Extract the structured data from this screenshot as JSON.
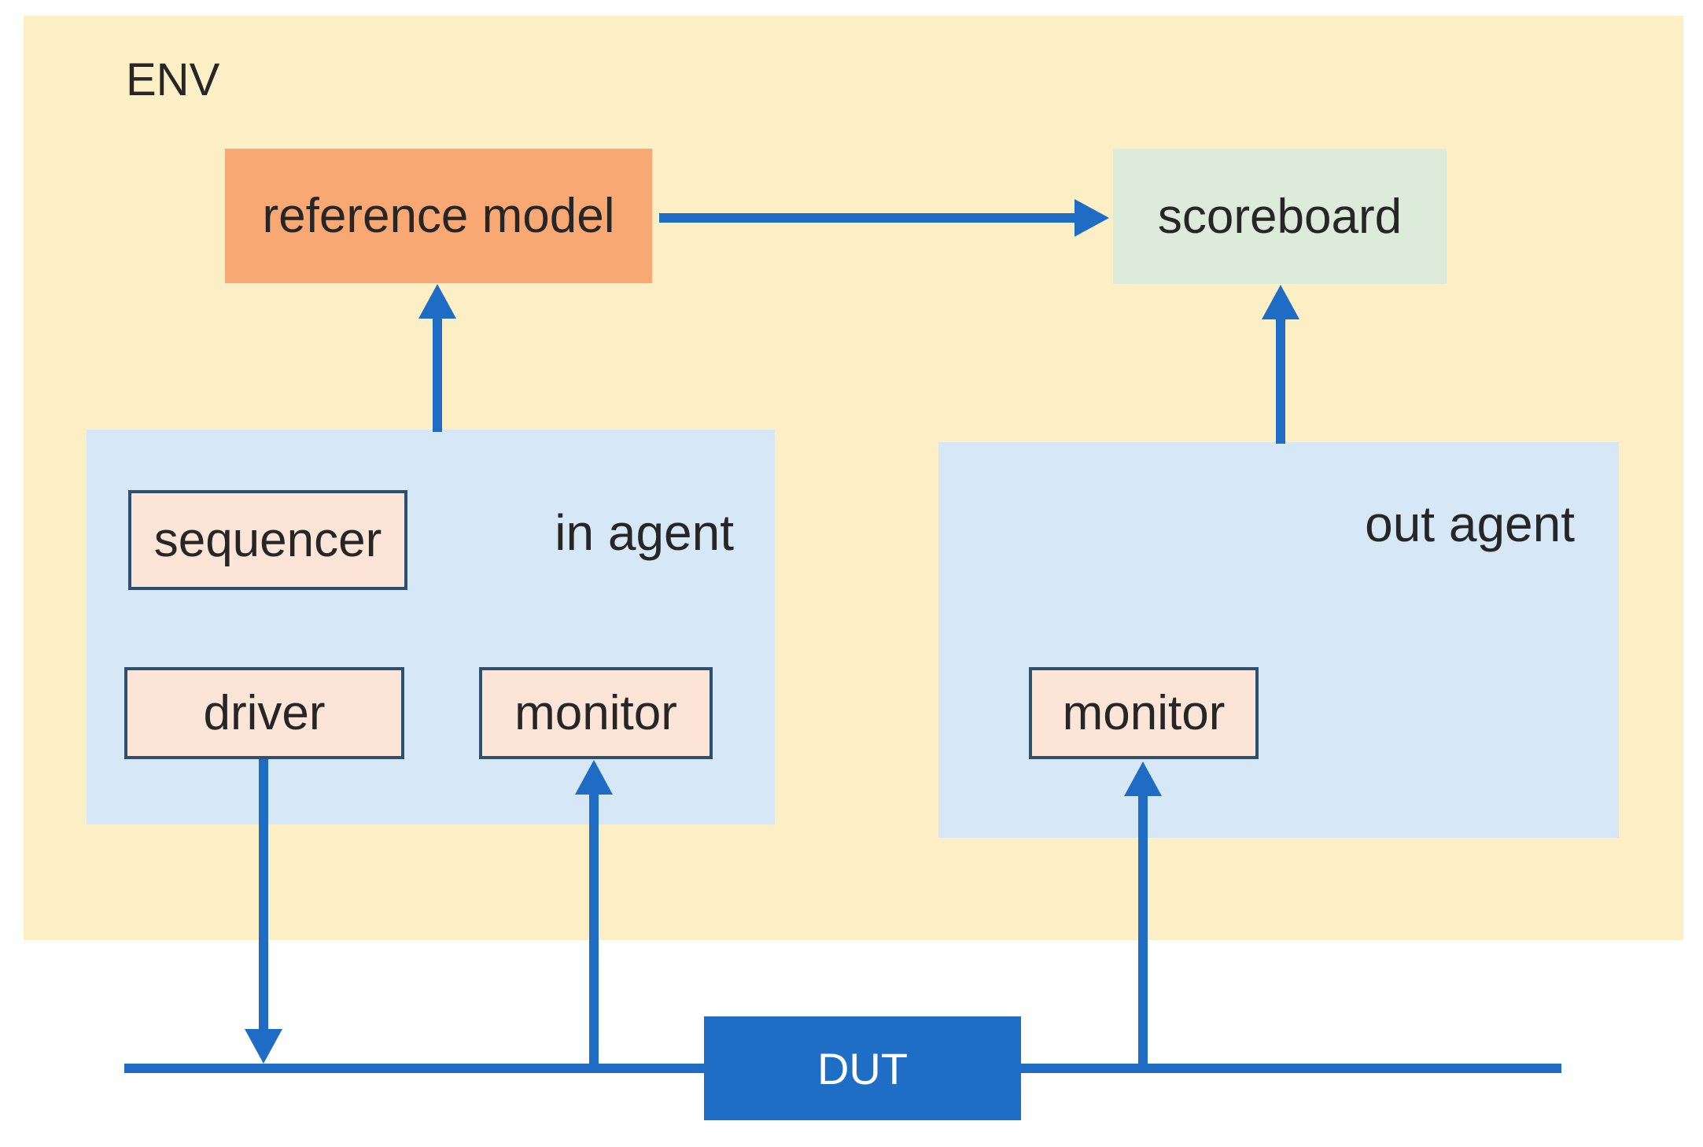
{
  "diagram": {
    "env_label": "ENV",
    "reference_model_label": "reference model",
    "scoreboard_label": "scoreboard",
    "in_agent": {
      "label": "in agent",
      "sequencer_label": "sequencer",
      "driver_label": "driver",
      "monitor_label": "monitor"
    },
    "out_agent": {
      "label": "out agent",
      "monitor_label": "monitor"
    },
    "dut_label": "DUT",
    "connections": [
      "in agent -> reference model",
      "reference model -> scoreboard",
      "out agent -> scoreboard",
      "driver -> DUT bus",
      "DUT bus -> in agent monitor",
      "DUT bus -> out agent monitor"
    ]
  },
  "colors": {
    "background": "#ffffff",
    "env_fill": "#fcefc6",
    "agent_fill": "#d6e7f5",
    "reference_model_fill": "#f7a873",
    "scoreboard_fill": "#ddebda",
    "component_fill": "#fce4d6",
    "component_border": "#2e5070",
    "arrow": "#1f6cc4",
    "dut_fill": "#1f6ec5",
    "dut_text": "#ffffff",
    "text": "#262626"
  }
}
